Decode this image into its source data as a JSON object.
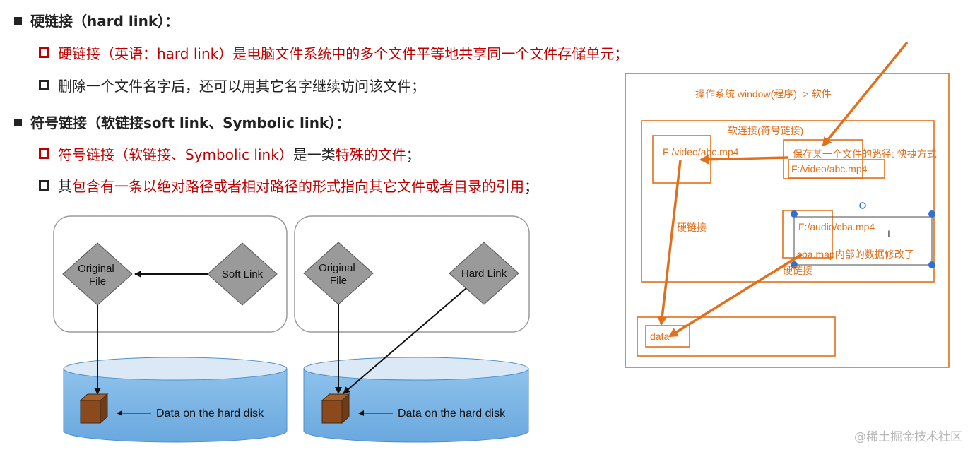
{
  "lines": {
    "h1": "硬链接（hard link）：",
    "l1_red": "硬链接（英语：hard link）是电脑文件系统中的多个文件平等地共享同一个文件存储单元；",
    "l2": "删除一个文件名字后，还可以用其它名字继续访问该文件；",
    "h2": "符号链接（软链接soft link、Symbolic link）：",
    "l3_a": "符号链接（软链接、Symbolic link）",
    "l3_b": "是一类",
    "l3_c": "特殊的文件",
    "l3_d": "；",
    "l4_a": "其",
    "l4_b": "包含有一条以绝对路径或者相对路径的形式指向其它文件或者目录的引用",
    "l4_c": "；"
  },
  "diagram_left": {
    "original": [
      "Original",
      "File"
    ],
    "link": "Soft Link",
    "disk_label": "Data on the hard disk"
  },
  "diagram_right": {
    "original": [
      "Original",
      "File"
    ],
    "link": "Hard Link",
    "disk_label": "Data on the hard disk"
  },
  "sketch": {
    "os_label": "操作系统 window(程序) -> 软件",
    "soft_label": "软连接(符号链接)",
    "file1": "F:/video/abc.mp4",
    "shortcut_label": "保存某一个文件的路径: 快捷方式",
    "shortcut_path": "F:/video/abc.mp4",
    "hard1": "硬链接",
    "file2": "F:/audio/cba.mp4",
    "note": "cba.map内部的数据修改了",
    "hard2": "硬链接",
    "data": "data"
  },
  "watermark": "@稀土掘金技术社区"
}
